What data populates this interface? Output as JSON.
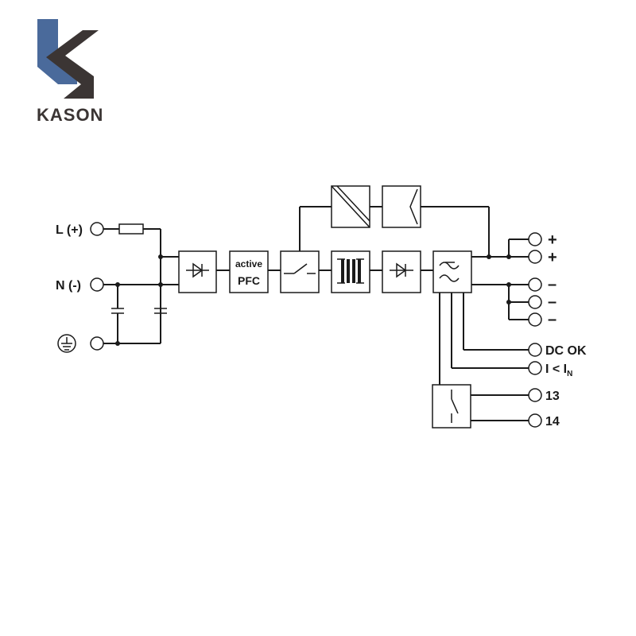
{
  "logo": {
    "text": "KASON",
    "colors": {
      "blue": "#4a6a9b",
      "gray": "#3b3534"
    }
  },
  "inputs": {
    "line_label": "L (+)",
    "neutral_label": "N (-)",
    "ground_icon": "ground-icon"
  },
  "blocks": {
    "pfc_line1": "active",
    "pfc_line2": "PFC"
  },
  "outputs": {
    "plus1": "+",
    "plus2": "+",
    "minus1": "–",
    "minus2": "–",
    "minus3": "–",
    "dc_ok": "DC OK",
    "current_prefix": "I < I",
    "current_sub": "N",
    "relay_13": "13",
    "relay_14": "14"
  }
}
